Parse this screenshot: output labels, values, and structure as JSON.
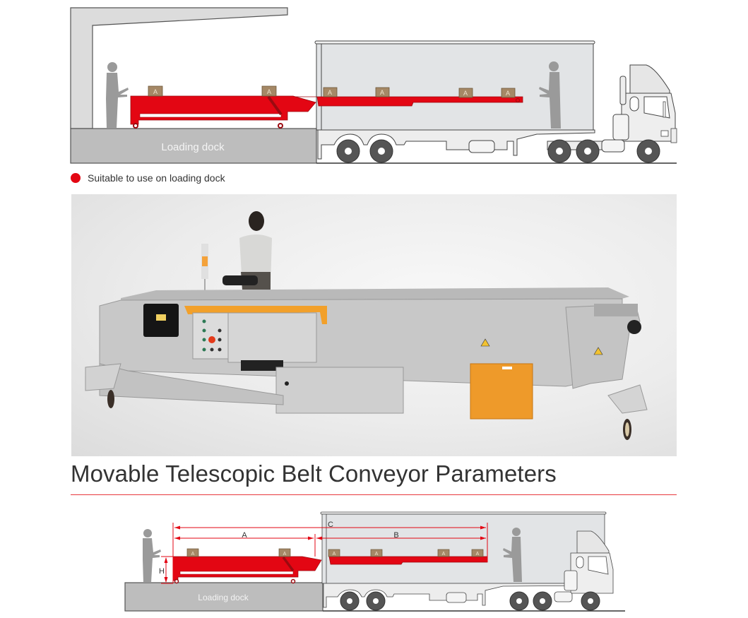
{
  "top_diagram": {
    "dock_label": "Loading dock",
    "box_label": "A",
    "colors": {
      "conveyor": "#e30613",
      "dock": "#bdbdbd",
      "canopy": "#dcdcdc",
      "trailer": "#e2e4e6",
      "box": "#a58866",
      "person": "#9a9a9a"
    }
  },
  "legend": {
    "text": "Suitable to use on loading dock",
    "marker_color": "#e30613"
  },
  "photo": {
    "description": "Movable telescopic belt conveyor with operator, grey frame, orange control panel cover and orange motor box, casters"
  },
  "section": {
    "title": "Movable Telescopic Belt Conveyor Parameters",
    "rule_color": "#e8383d"
  },
  "dimension_diagram": {
    "dock_label": "Loading dock",
    "box_label": "A",
    "dimensions": {
      "A": "A",
      "B": "B",
      "C": "C",
      "H": "H"
    }
  }
}
